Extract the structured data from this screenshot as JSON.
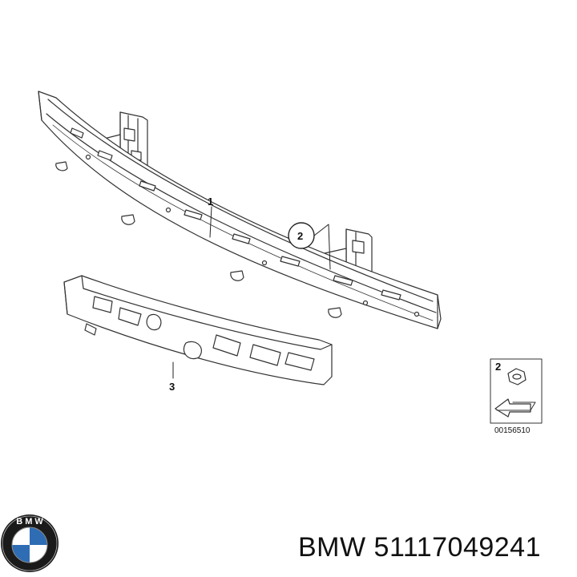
{
  "diagram": {
    "callouts": {
      "part1": "1",
      "part2": "2",
      "part3": "3"
    },
    "inset": {
      "item_number": "2",
      "reference_code": "00156510"
    }
  },
  "footer": {
    "brand_logo": "BMW",
    "caption": "BMW 51117049241"
  }
}
